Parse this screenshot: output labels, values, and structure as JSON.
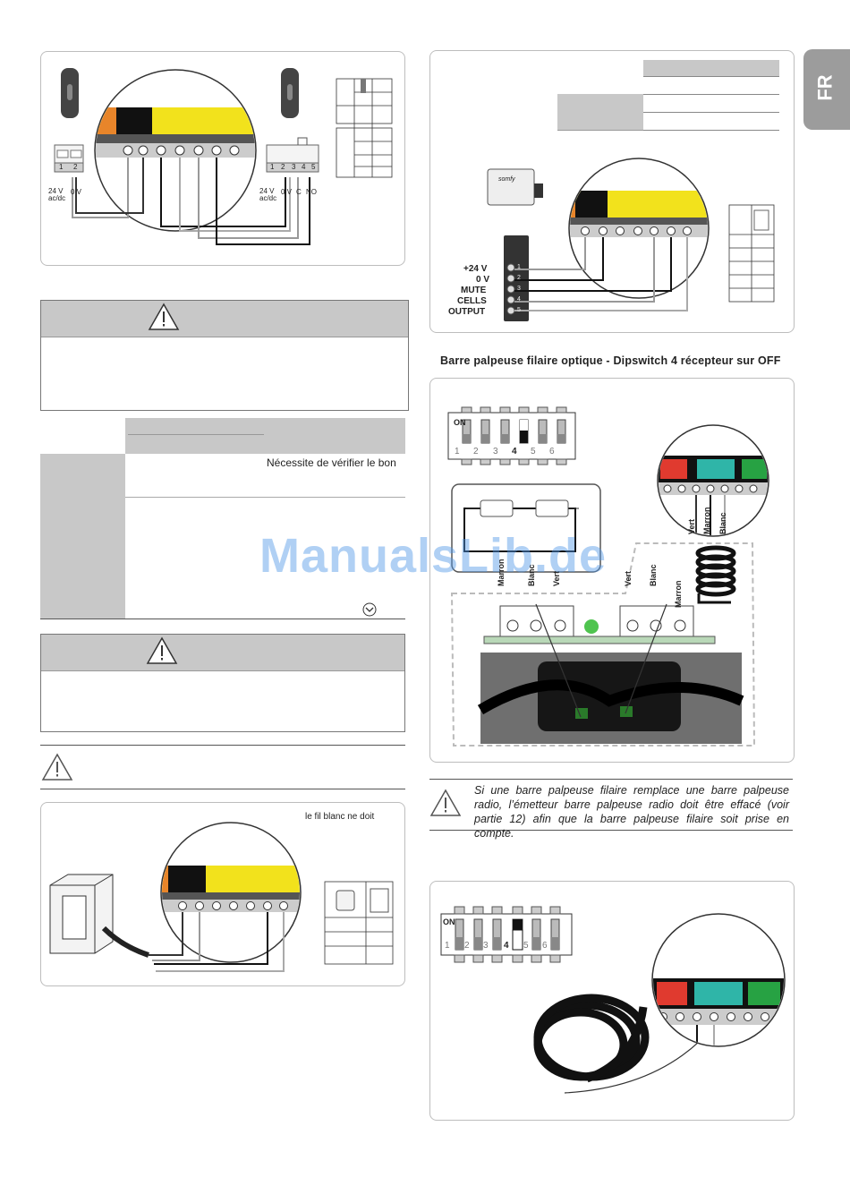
{
  "lang_tab": "FR",
  "watermark": "ManualsLib.de",
  "panel1": {
    "left_terminals": [
      "1",
      "2"
    ],
    "left_labels": [
      "24 V\nac/dc",
      "0 V"
    ],
    "right_terminals": [
      "1",
      "2",
      "3",
      "4",
      "5"
    ],
    "right_labels": [
      "24 V\nac/dc",
      "0 V",
      "C",
      "NO"
    ]
  },
  "panel2": {
    "input_labels": [
      "+24 V",
      "0 V",
      "MUTE",
      "CELLS",
      "OUTPUT"
    ],
    "input_numbers": [
      "1",
      "2",
      "3",
      "4",
      "5"
    ],
    "brand": "somfy"
  },
  "section_title": "Barre palpeuse filaire optique - Dipswitch 4 récepteur sur OFF",
  "dip": {
    "on_label": "ON",
    "numbers": [
      "1",
      "2",
      "3",
      "4",
      "5",
      "6"
    ]
  },
  "wires": {
    "left": [
      "Marron",
      "Blanc",
      "Vert"
    ],
    "right": [
      "Vert",
      "Blanc",
      "Marron"
    ],
    "circle": [
      "Vert",
      "Marron",
      "Blanc"
    ]
  },
  "table_text": "Nécessite de vérifier le bon",
  "panel5_text": "le fil blanc ne doit",
  "note": "Si une barre palpeuse filaire remplace une barre palpeuse radio, l’émetteur barre palpeuse radio doit être effacé (voir partie 12) afin que la barre palpeuse filaire soit prise en compte.",
  "colors": {
    "yellow": "#f2e21c",
    "red": "#e03a2f",
    "teal": "#2fb5a8",
    "green": "#27a243",
    "gray_header": "#c8c8c8"
  }
}
